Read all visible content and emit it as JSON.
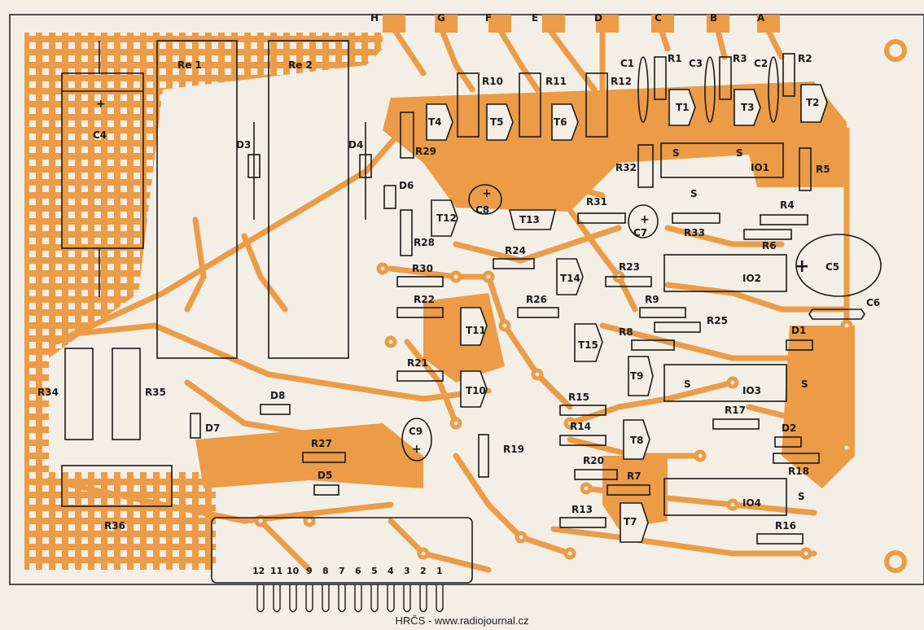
{
  "colors": {
    "copper": "#ec9b47",
    "background": "#f3efe6",
    "ink": "#1a1a1a"
  },
  "edge_connector": [
    "H",
    "G",
    "F",
    "E",
    "D",
    "C",
    "B",
    "A"
  ],
  "components": {
    "C4": "C4",
    "Re1": "Re 1",
    "Re2": "Re 2",
    "D3": "D3",
    "D4": "D4",
    "D6": "D6",
    "R29": "R29",
    "R28": "R28",
    "T4": "T4",
    "T5": "T5",
    "T6": "T6",
    "R10": "R10",
    "R11": "R11",
    "R12": "R12",
    "C1": "C1",
    "R1": "R1",
    "C3": "C3",
    "R3": "R3",
    "C2": "C2",
    "R2": "R2",
    "T1": "T1",
    "T3": "T3",
    "T2": "T2",
    "R32": "R32",
    "IO1": "IO1",
    "R5": "R5",
    "T12": "T12",
    "C8": "C8",
    "T13": "T13",
    "R31": "R31",
    "C7": "C7",
    "R33": "R33",
    "R4": "R4",
    "R6": "R6",
    "C5": "C5",
    "R30": "R30",
    "R24": "R24",
    "T14": "T14",
    "R23": "R23",
    "IO2": "IO2",
    "R22": "R22",
    "R26": "R26",
    "R9": "R9",
    "R25": "R25",
    "C6": "C6",
    "T11": "T11",
    "T15": "T15",
    "R8": "R8",
    "D1": "D1",
    "R21": "R21",
    "T9": "T9",
    "IO3": "IO3",
    "T10": "T10",
    "R15": "R15",
    "R17": "R17",
    "R34": "R34",
    "R35": "R35",
    "D8": "D8",
    "D7": "D7",
    "C9": "C9",
    "R14": "R14",
    "T8": "T8",
    "D2": "D2",
    "R19": "R19",
    "R27": "R27",
    "R20": "R20",
    "R18": "R18",
    "R7": "R7",
    "D5": "D5",
    "IO4": "IO4",
    "R36": "R36",
    "R13": "R13",
    "T7": "T7",
    "R16": "R16"
  },
  "s_marks": {
    "s1": "S",
    "s2": "S",
    "s3": "S",
    "s4": "S",
    "s5": "S",
    "s6": "S"
  },
  "bottom_pins": [
    "12",
    "11",
    "10",
    "9",
    "8",
    "7",
    "6",
    "5",
    "4",
    "3",
    "2",
    "1"
  ],
  "footer": "HRČS - www.radiojournal.cz"
}
